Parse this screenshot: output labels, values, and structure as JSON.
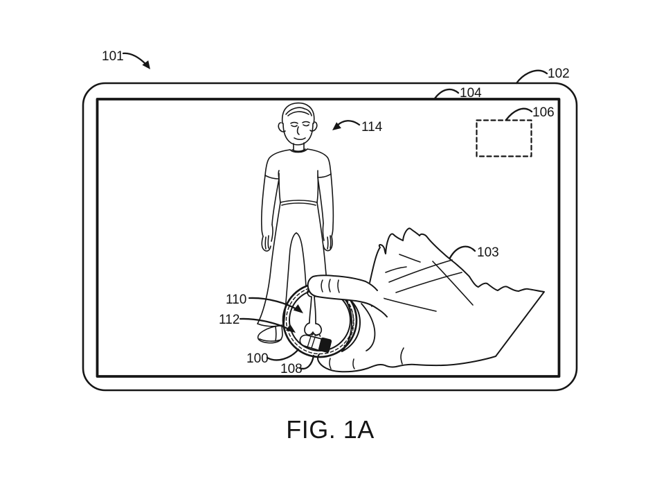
{
  "figure": {
    "caption": "FIG. 1A",
    "refs": {
      "r100": "100",
      "r101": "101",
      "r102": "102",
      "r103": "103",
      "r104": "104",
      "r106": "106",
      "r108": "108",
      "r110": "110",
      "r112": "112",
      "r114": "114"
    },
    "colors": {
      "ink": "#161616",
      "background": "#ffffff"
    }
  }
}
